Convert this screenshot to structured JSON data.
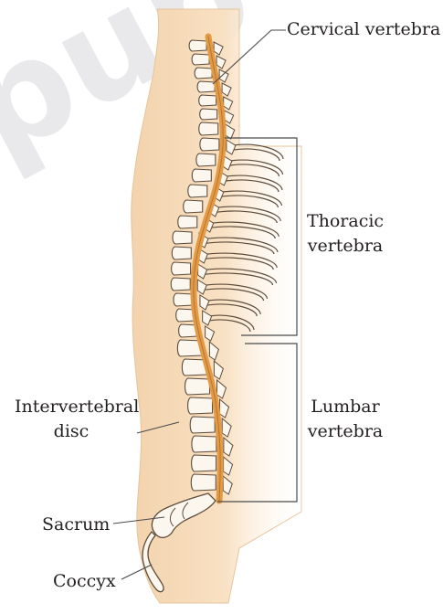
{
  "diagram": {
    "labels": {
      "cervical": "Cervical vertebra",
      "thoracic_1": "Thoracic",
      "thoracic_2": "vertebra",
      "lumbar_1": "Lumbar",
      "lumbar_2": "vertebra",
      "disc_1": "Intervertebral",
      "disc_2": "disc",
      "sacrum": "Sacrum",
      "coccyx": "Coccyx"
    },
    "colors": {
      "body": "#f7dcb9",
      "body_edge": "#d7b692",
      "bone": "#fbf7ef",
      "bone_edge": "#5e4c3b",
      "spinal_cord": "#e9a14f",
      "leader": "#4a4a4a"
    }
  }
}
